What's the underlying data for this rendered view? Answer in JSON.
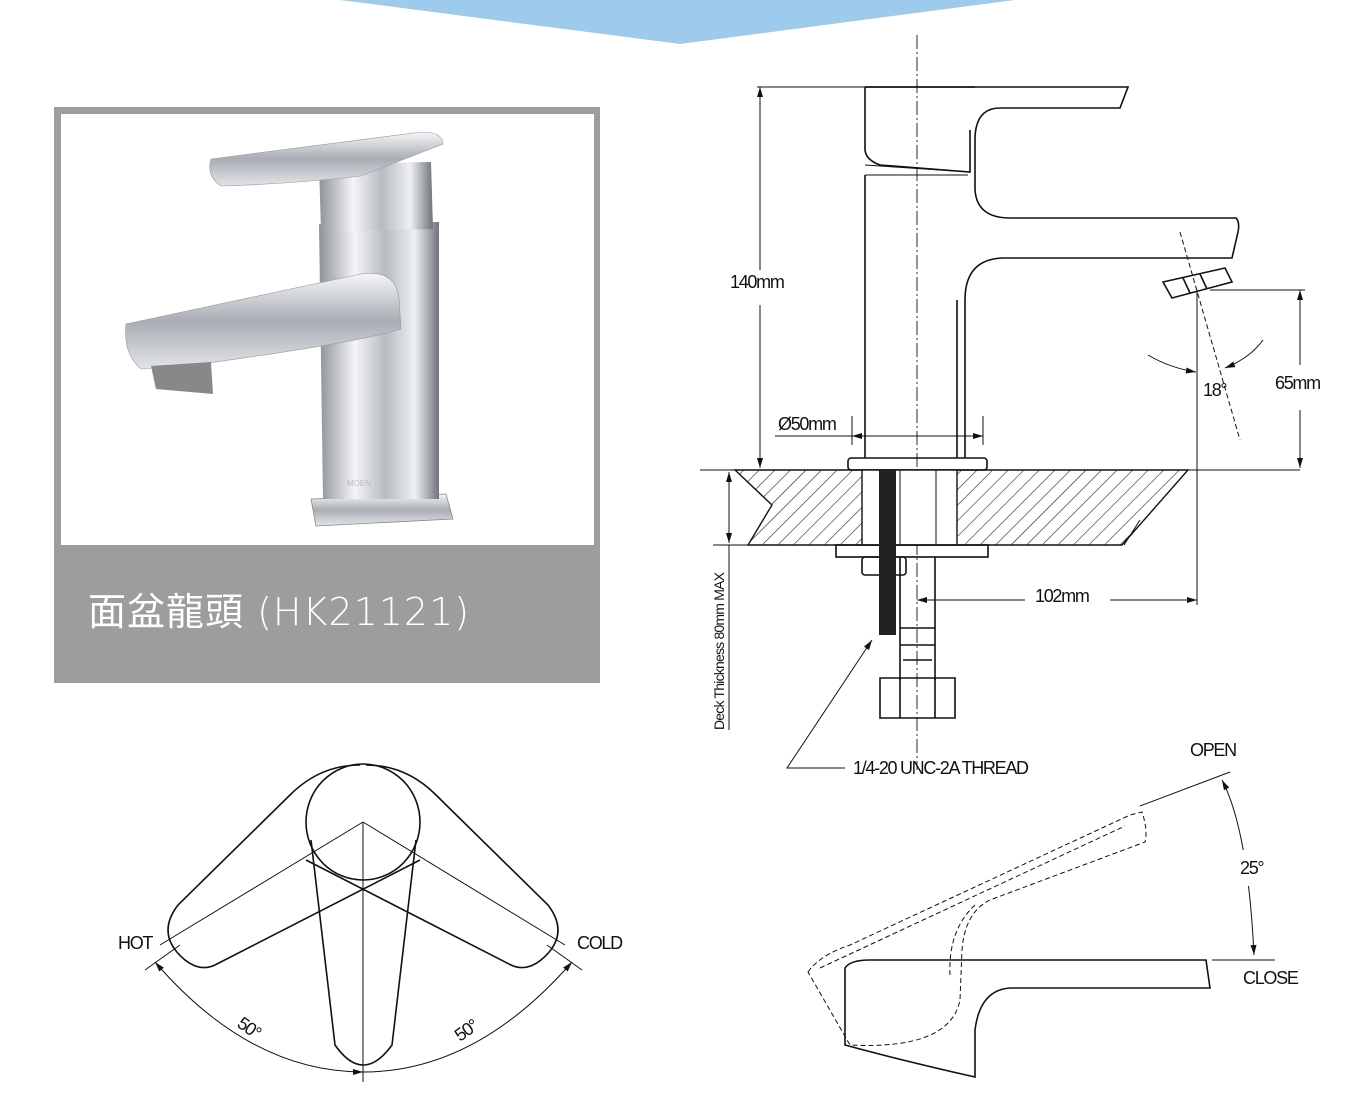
{
  "product": {
    "title": "面盆龍頭 (HK21121)",
    "photo_brand_mark": "MOEN"
  },
  "colors": {
    "banner": "#9ccbee",
    "panel": "#9d9d9f",
    "line": "#111111"
  },
  "side_view": {
    "height_label": "140mm",
    "diameter_label": "Ø50mm",
    "spout_height_label": "65mm",
    "spray_angle_label": "18°",
    "reach_label": "102mm",
    "deck_label": "Deck Thickness 80mm MAX",
    "thread_label": "1/4-20 UNC-2A THREAD"
  },
  "plan_view": {
    "hot_label": "HOT",
    "cold_label": "COLD",
    "hot_angle_label": "50°",
    "cold_angle_label": "50°"
  },
  "lever_view": {
    "open_label": "OPEN",
    "close_label": "CLOSE",
    "lift_angle_label": "25°"
  }
}
